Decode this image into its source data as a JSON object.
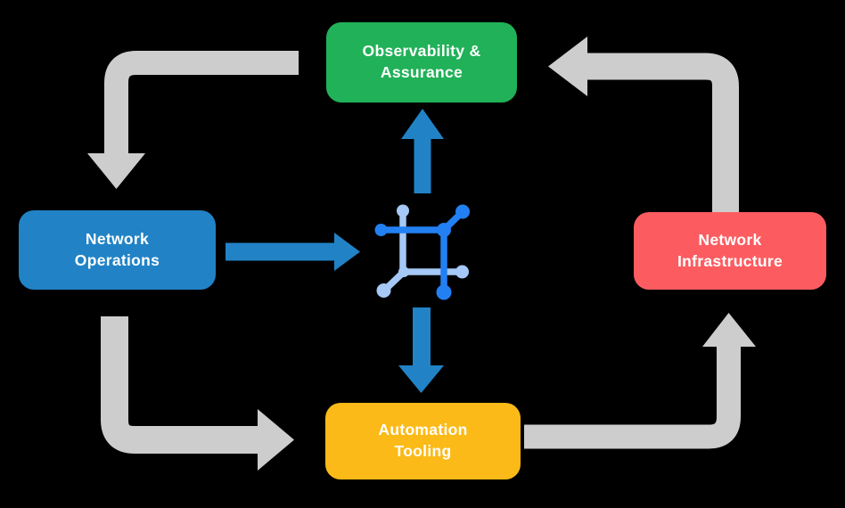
{
  "diagram": {
    "type": "cycle-flow-diagram",
    "background": "#000000",
    "nodes": [
      {
        "id": "observability-assurance",
        "label": "Observability & Assurance",
        "line1": "Observability &",
        "line2": "Assurance",
        "color": "#21b158",
        "position": "top"
      },
      {
        "id": "network-operations",
        "label": "Network Operations",
        "line1": "Network",
        "line2": "Operations",
        "color": "#2183c5",
        "position": "left"
      },
      {
        "id": "network-infrastructure",
        "label": "Network Infrastructure",
        "line1": "Network",
        "line2": "Infrastructure",
        "color": "#fc5c60",
        "position": "right"
      },
      {
        "id": "automation-tooling",
        "label": "Automation Tooling",
        "line1": "Automation",
        "line2": "Tooling",
        "color": "#fbba17",
        "position": "bottom"
      }
    ],
    "center_icon": {
      "name": "network-mesh-icon",
      "dark_blue": "#2380f3",
      "light_blue": "#a5c8f6"
    },
    "edges": [
      {
        "from": "observability-assurance",
        "to": "network-operations",
        "style": "gray-elbow-arrow"
      },
      {
        "from": "network-operations",
        "to": "automation-tooling",
        "style": "gray-elbow-arrow"
      },
      {
        "from": "automation-tooling",
        "to": "network-infrastructure",
        "style": "gray-elbow-arrow"
      },
      {
        "from": "network-infrastructure",
        "to": "observability-assurance",
        "style": "gray-elbow-arrow"
      },
      {
        "from": "network-operations",
        "to": "center-icon",
        "style": "blue-straight-arrow"
      },
      {
        "from": "center-icon",
        "to": "observability-assurance",
        "style": "blue-straight-arrow"
      },
      {
        "from": "center-icon",
        "to": "automation-tooling",
        "style": "blue-straight-arrow"
      }
    ],
    "colors": {
      "arrow_gray": "#cdcdcd",
      "arrow_blue": "#2183c5",
      "node_text": "#ffffff"
    }
  }
}
